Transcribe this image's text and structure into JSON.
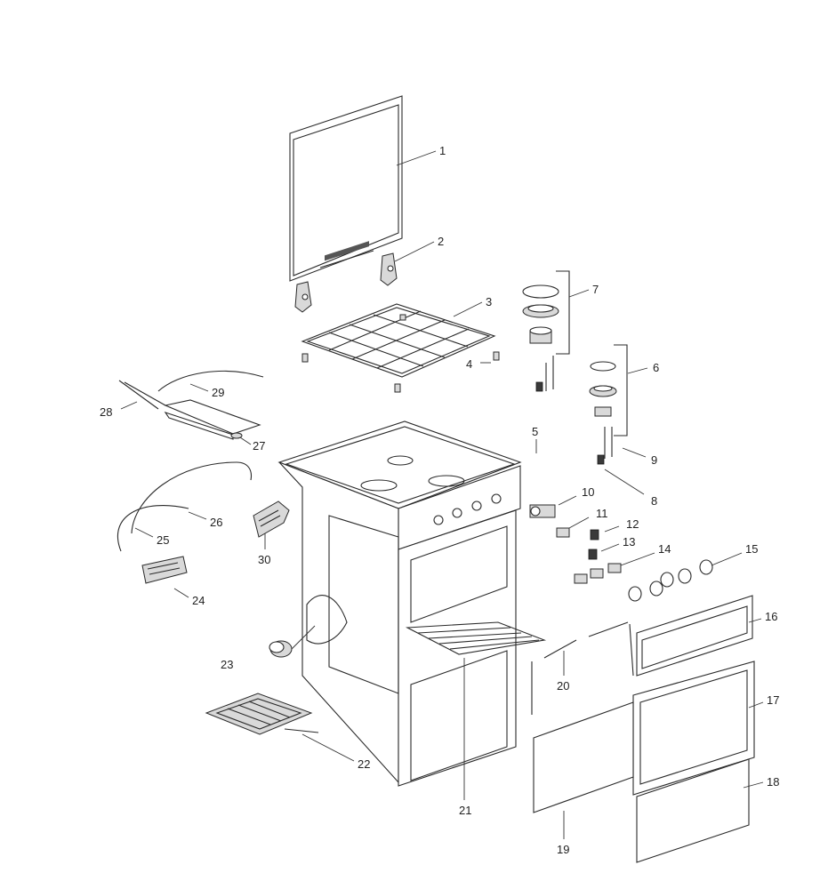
{
  "diagram": {
    "callouts": [
      {
        "id": "1",
        "text": "1"
      },
      {
        "id": "2",
        "text": "2"
      },
      {
        "id": "3",
        "text": "3"
      },
      {
        "id": "4",
        "text": "4"
      },
      {
        "id": "5",
        "text": "5"
      },
      {
        "id": "6",
        "text": "6"
      },
      {
        "id": "7",
        "text": "7"
      },
      {
        "id": "8",
        "text": "8"
      },
      {
        "id": "9",
        "text": "9"
      },
      {
        "id": "10",
        "text": "10"
      },
      {
        "id": "11",
        "text": "11"
      },
      {
        "id": "12",
        "text": "12"
      },
      {
        "id": "13",
        "text": "13"
      },
      {
        "id": "14",
        "text": "14"
      },
      {
        "id": "15",
        "text": "15"
      },
      {
        "id": "16",
        "text": "16"
      },
      {
        "id": "17",
        "text": "17"
      },
      {
        "id": "18",
        "text": "18"
      },
      {
        "id": "19",
        "text": "19"
      },
      {
        "id": "20",
        "text": "20"
      },
      {
        "id": "21",
        "text": "21"
      },
      {
        "id": "22",
        "text": "22"
      },
      {
        "id": "23",
        "text": "23"
      },
      {
        "id": "24",
        "text": "24"
      },
      {
        "id": "25",
        "text": "25"
      },
      {
        "id": "26",
        "text": "26"
      },
      {
        "id": "27",
        "text": "27"
      },
      {
        "id": "28",
        "text": "28"
      },
      {
        "id": "29",
        "text": "29"
      },
      {
        "id": "30",
        "text": "30"
      }
    ]
  }
}
